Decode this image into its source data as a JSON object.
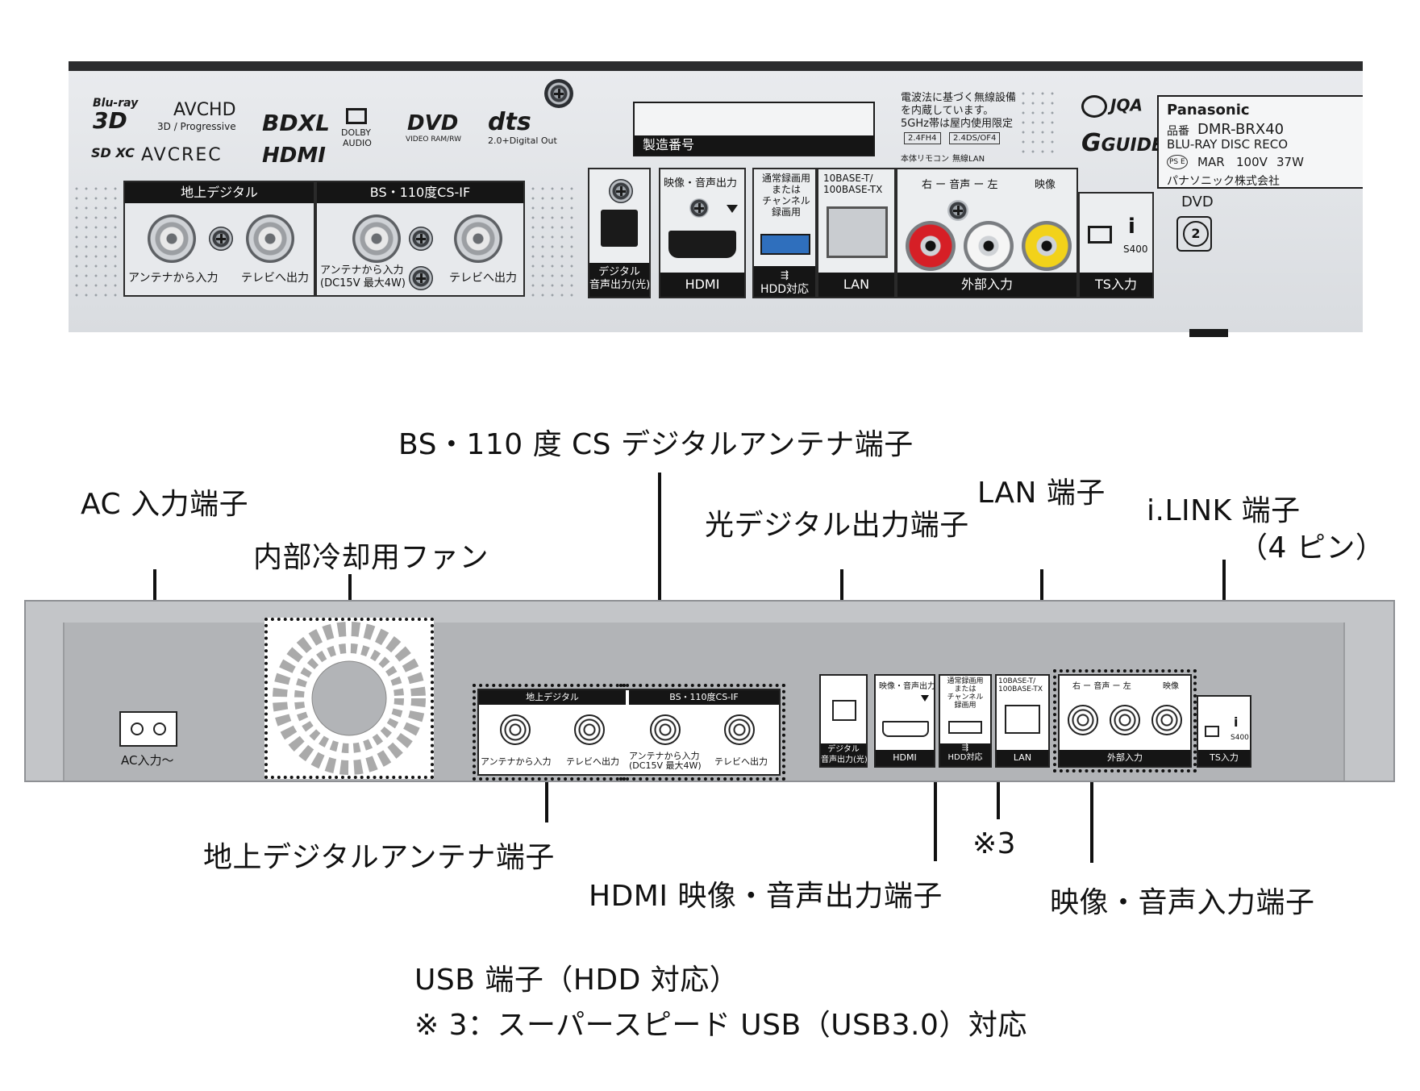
{
  "photo": {
    "logos": {
      "bluray_top": "Blu-ray",
      "bluray_3d": "3D",
      "avchd": "AVCHD",
      "avchd_sub": "3D / Progressive",
      "bdxl": "BDXL",
      "dolby_line1": "DOLBY",
      "dolby_line2": "AUDIO",
      "dvd": "DVD",
      "dvd_sub": "VIDEO RAM/RW",
      "dts": "dts",
      "dts_sub": "2.0+Digital Out",
      "sdxc": "SD XC",
      "avcrec": "AVCREC",
      "hdmi": "HDMI",
      "jqa": "JQA",
      "gguide": "GUIDE"
    },
    "serial_label": "製造番号",
    "radio_notice": [
      "電波法に基づく無線設備",
      "を内蔵しています。",
      "5GHz帯は屋内使用限定"
    ],
    "radio_codes": [
      "2.4FH4",
      "2.4DS/OF4"
    ],
    "radio_captions": [
      "本体リモコン",
      "無線LAN"
    ],
    "model": {
      "brand": "Panasonic",
      "number_label": "品番",
      "number": "DMR-BRX40",
      "type": "BLU-RAY DISC RECO",
      "ps": "PS E",
      "spec": [
        "MAR",
        "100V",
        "37W"
      ],
      "maker": "パナソニック株式会社"
    },
    "tuners": [
      {
        "header": "地上デジタル",
        "in_label": "アンテナから入力",
        "out_label": "テレビへ出力"
      },
      {
        "header": "BS・110度CS-IF",
        "in_label": "アンテナから入力\n(DC15V 最大4W)",
        "out_label": "テレビへ出力"
      }
    ],
    "bays": {
      "optical": "デジタル\n音声出力(光)",
      "hdmi_top": "映像・音声出力",
      "hdmi": "HDMI",
      "usb_top": "通常録画用\nまたは\nチャンネル\n録画用",
      "usb": "HDD対応",
      "lan_top": "10BASE-T/\n100BASE-TX",
      "lan": "LAN",
      "av_top_left": "右 ー 音声 ー 左",
      "av_top_right": "映像",
      "av": "外部入力",
      "ts_code": "S400",
      "ts": "TS入力",
      "dvd": "DVD",
      "region": "2"
    }
  },
  "callouts": {
    "ac": "AC 入力端子",
    "fan": "内部冷却用ファン",
    "bs": "BS・110 度 CS デジタルアンテナ端子",
    "optical": "光デジタル出力端子",
    "lan": "LAN 端子",
    "ilink": "i.LINK 端子",
    "ilink_pins": "（4 ピン）",
    "terrestrial": "地上デジタルアンテナ端子",
    "hdmi": "HDMI 映像・音声出力端子",
    "note3": "※3",
    "av_in": "映像・音声入力端子",
    "usb": "USB 端子（HDD 対応）",
    "usb_note": "※ 3：スーパースピード USB（USB3.0）対応"
  },
  "diagram": {
    "ac_label": "AC入力〜",
    "terr_header": "地上デジタル",
    "bs_header": "BS・110度CS-IF",
    "terr_in": "アンテナから入力",
    "terr_out": "テレビへ出力",
    "bs_in": "アンテナから入力\n(DC15V 最大4W)",
    "bs_out": "テレビへ出力",
    "opt": "デジタル\n音声出力(光)",
    "hdmi_top": "映像・音声出力",
    "hdmi": "HDMI",
    "usb_top": "通常録画用\nまたは\nチャンネル\n録画用",
    "usb": "HDD対応",
    "lan_top": "10BASE-T/\n100BASE-TX",
    "lan": "LAN",
    "av_top_left": "右 ー 音声 ー 左",
    "av_top_right": "映像",
    "av": "外部入力",
    "ts_code": "S400",
    "ts": "TS入力"
  }
}
